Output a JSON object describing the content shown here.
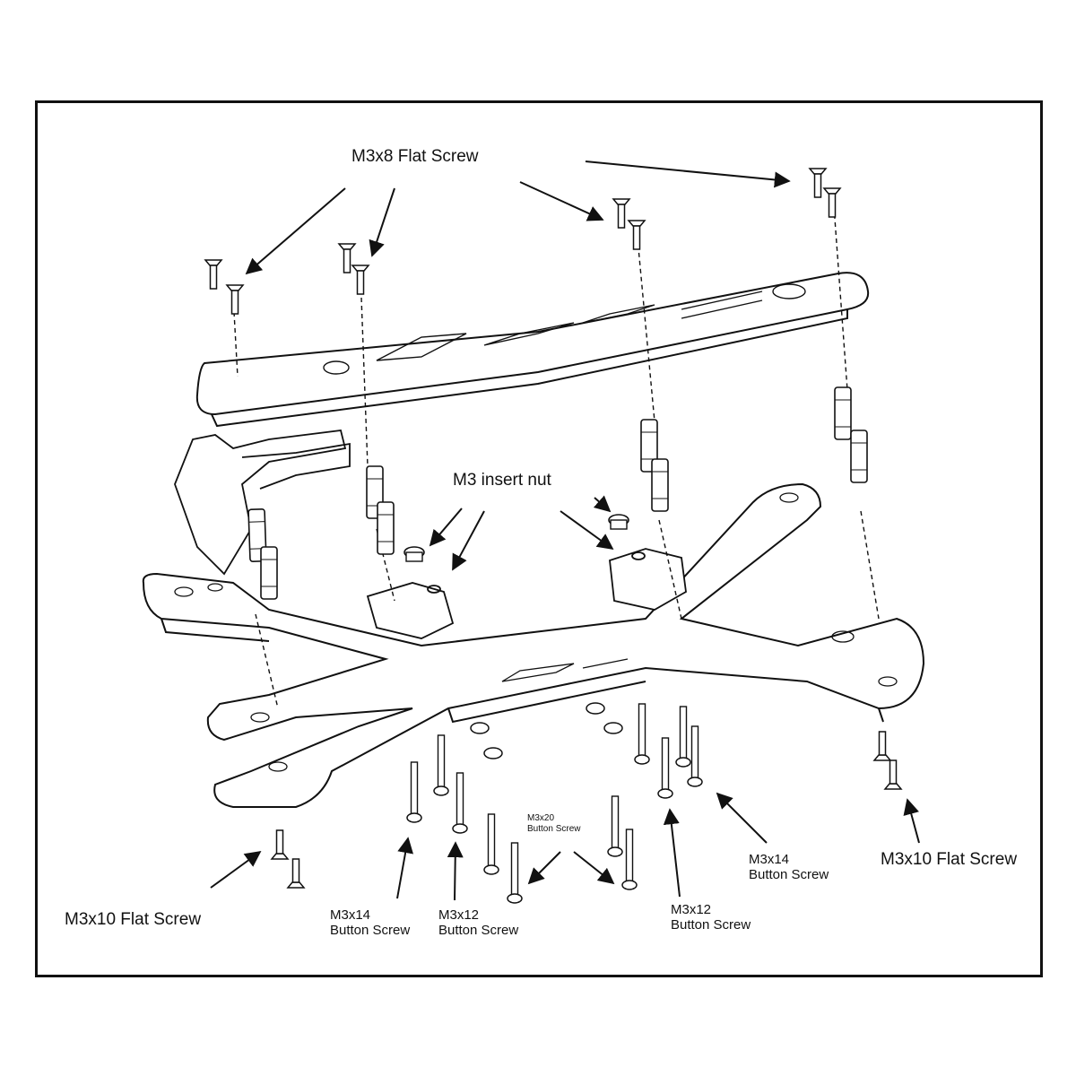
{
  "labels": {
    "top_flat_screw": "M3x8 Flat Screw",
    "insert_nut": "M3 insert nut",
    "left_bottom_flat_screw": "M3x10 Flat Screw",
    "right_bottom_flat_screw": "M3x10 Flat Screw",
    "button_14_left": {
      "size": "M3x14",
      "type": "Button Screw"
    },
    "button_12_left": {
      "size": "M3x12",
      "type": "Button Screw"
    },
    "button_20": {
      "size": "M3x20",
      "type": "Button Screw"
    },
    "button_12_right": {
      "size": "M3x12",
      "type": "Button Screw"
    },
    "button_14_right": {
      "size": "M3x14",
      "type": "Button Screw"
    }
  },
  "colors": {
    "ink": "#111111",
    "paper": "#ffffff"
  }
}
